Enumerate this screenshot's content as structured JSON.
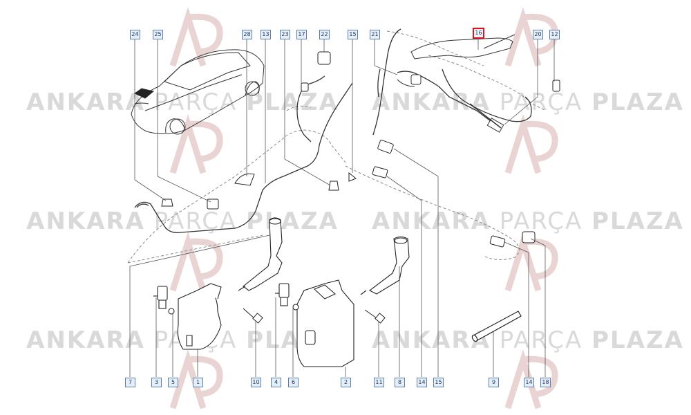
{
  "watermark": {
    "brand_left": "ANKARA",
    "brand_mid": "PARÇA",
    "brand_right": "PLAZA",
    "logo_letters": "AP"
  },
  "callouts": [
    {
      "id": "c24",
      "label": "24"
    },
    {
      "id": "c25",
      "label": "25"
    },
    {
      "id": "c28",
      "label": "28"
    },
    {
      "id": "c13",
      "label": "13"
    },
    {
      "id": "c23",
      "label": "23"
    },
    {
      "id": "c17",
      "label": "17"
    },
    {
      "id": "c22",
      "label": "22"
    },
    {
      "id": "c15a",
      "label": "15"
    },
    {
      "id": "c21",
      "label": "21"
    },
    {
      "id": "c16",
      "label": "16"
    },
    {
      "id": "c20",
      "label": "20"
    },
    {
      "id": "c12",
      "label": "12"
    },
    {
      "id": "c7",
      "label": "7"
    },
    {
      "id": "c3",
      "label": "3"
    },
    {
      "id": "c5",
      "label": "5"
    },
    {
      "id": "c1",
      "label": "1"
    },
    {
      "id": "c10",
      "label": "10"
    },
    {
      "id": "c4",
      "label": "4"
    },
    {
      "id": "c6",
      "label": "6"
    },
    {
      "id": "c2",
      "label": "2"
    },
    {
      "id": "c11",
      "label": "11"
    },
    {
      "id": "c8",
      "label": "8"
    },
    {
      "id": "c14a",
      "label": "14"
    },
    {
      "id": "c15b",
      "label": "15"
    },
    {
      "id": "c9",
      "label": "9"
    },
    {
      "id": "c14b",
      "label": "14"
    },
    {
      "id": "c18",
      "label": "18"
    }
  ],
  "highlighted_part": "16"
}
